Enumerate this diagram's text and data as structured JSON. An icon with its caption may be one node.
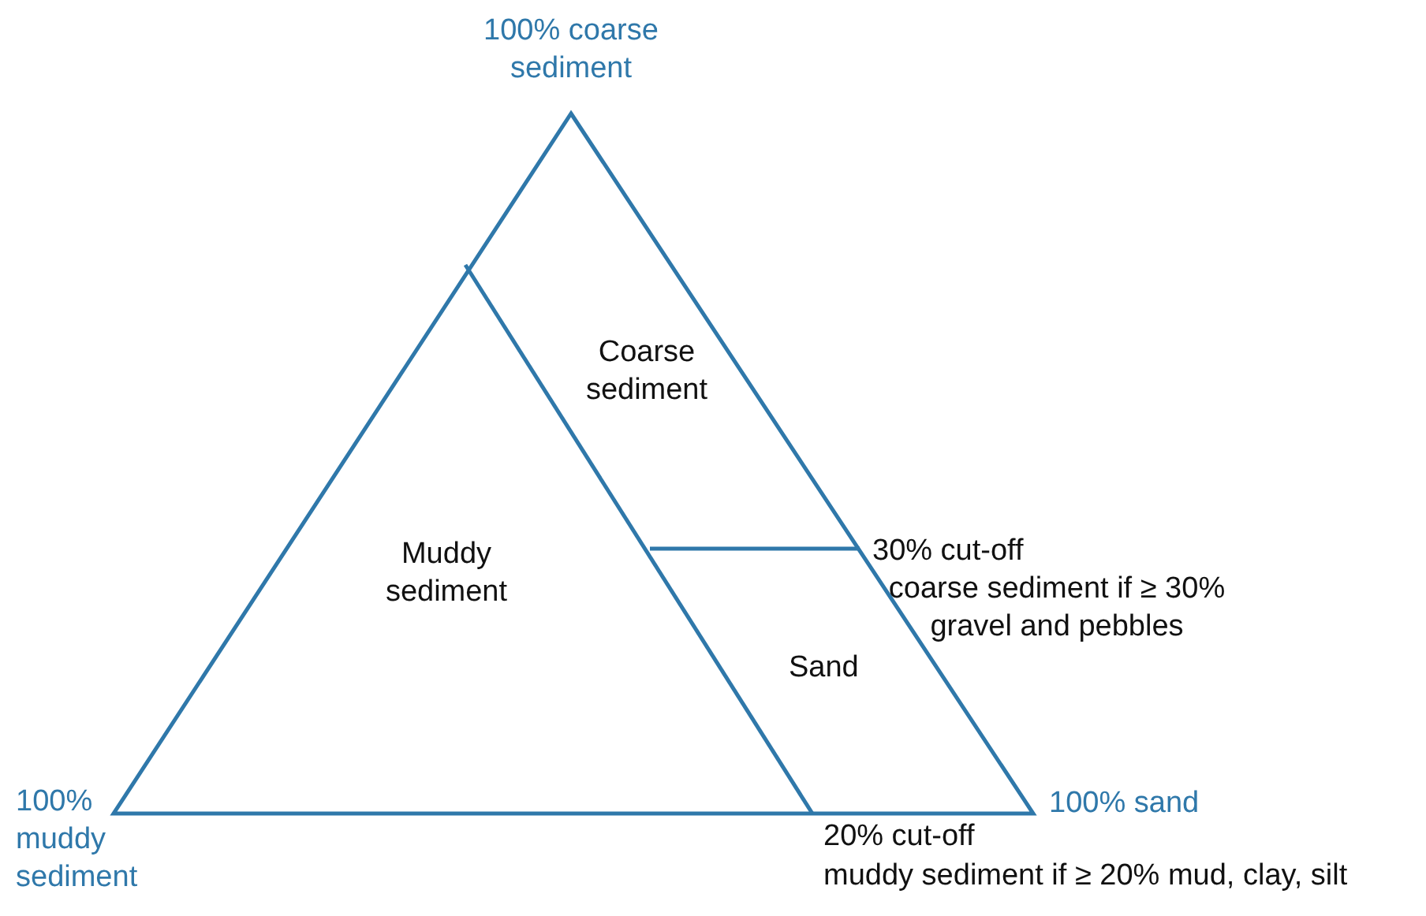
{
  "diagram": {
    "labels": [
      "100% coarse sediment",
      "Coarse sediment",
      "30% cut-off",
      "Muddy sediment",
      "coarse sediment if ≥ 30% gravel and pebbles",
      "Sand",
      "100% muddy sediment",
      "100% sand",
      "20% cut-off",
      "muddy sediment if ≥ 20% mud, clay, silt"
    ]
  }
}
